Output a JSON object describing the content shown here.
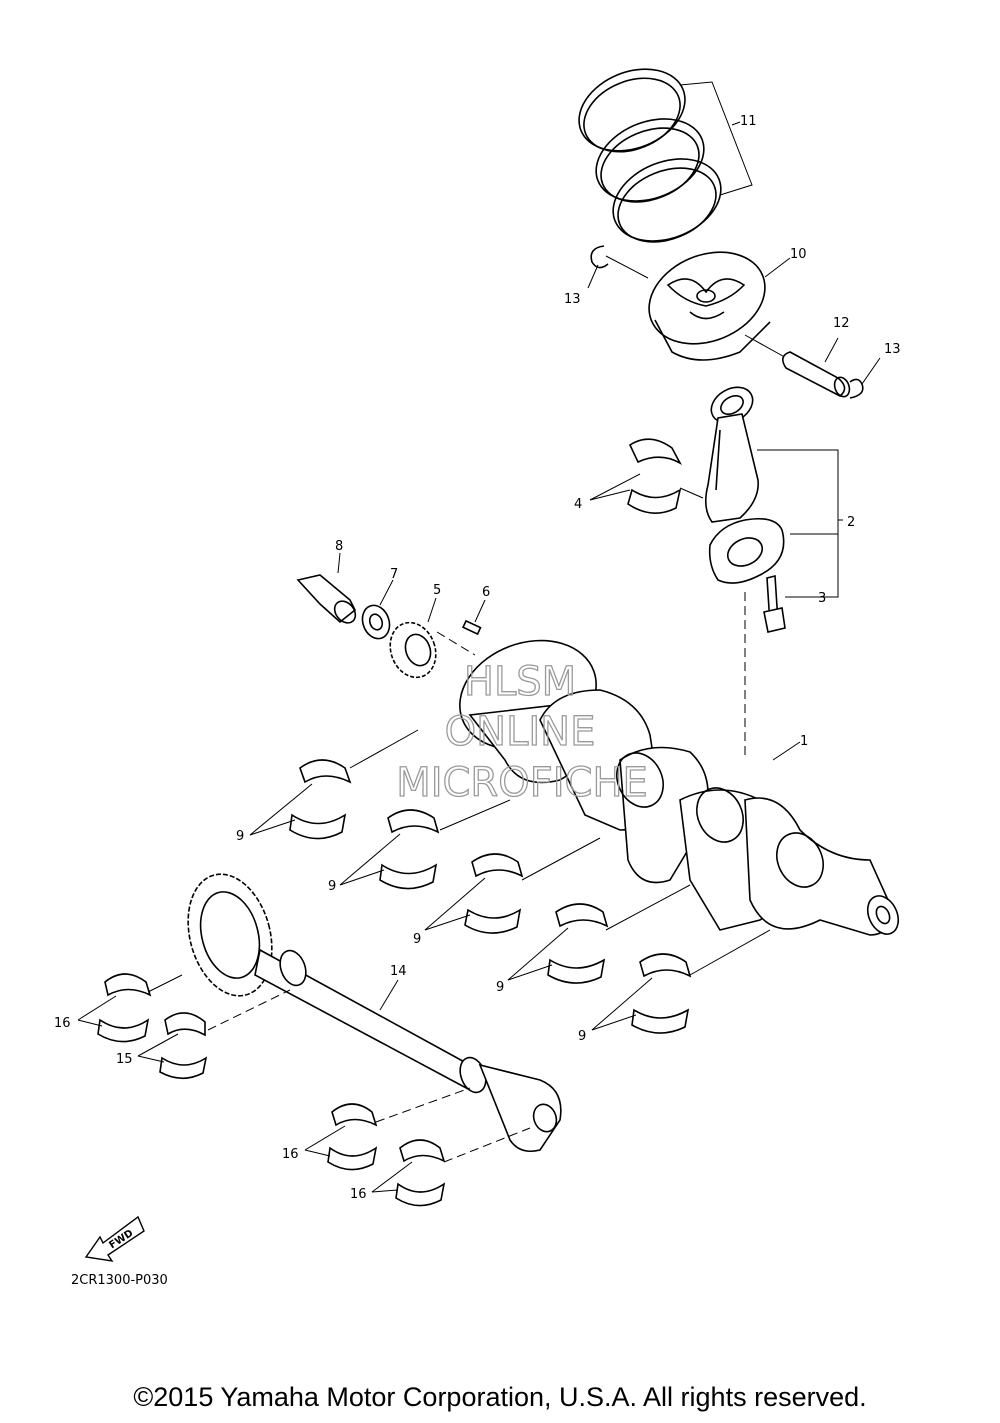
{
  "callouts": {
    "c1": "1",
    "c2": "2",
    "c3": "3",
    "c4": "4",
    "c5": "5",
    "c6": "6",
    "c7": "7",
    "c8": "8",
    "c9": "9",
    "c10": "10",
    "c11": "11",
    "c12": "12",
    "c13": "13",
    "c14": "14",
    "c15": "15",
    "c16": "16"
  },
  "watermark": {
    "line1": "HLSM",
    "line2": "ONLINE",
    "line3": "MICROFICHE"
  },
  "fwd_arrow": {
    "label": "FWD"
  },
  "diagram_code": "2CR1300-P030",
  "copyright": "©2015 Yamaha Motor Corporation, U.S.A. All rights reserved."
}
